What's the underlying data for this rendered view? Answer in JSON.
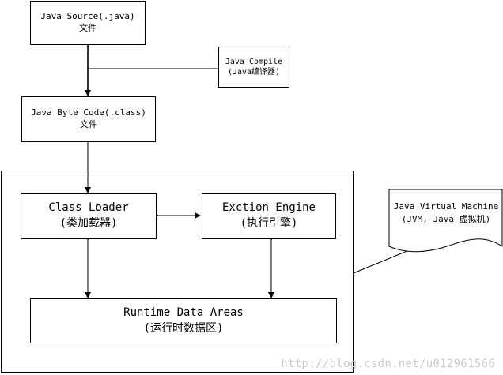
{
  "nodes": {
    "java_source": {
      "line1": "Java Source(.java)",
      "line2": "文件"
    },
    "java_compile": {
      "line1": "Java Compile",
      "line2": "(Java编译器)"
    },
    "byte_code": {
      "line1": "Java Byte Code(.class)",
      "line2": "文件"
    },
    "class_loader": {
      "line1": "Class Loader",
      "line2": "(类加载器)"
    },
    "exec_engine": {
      "line1": "Exction Engine",
      "line2": "(执行引擎)"
    },
    "runtime_data": {
      "line1": "Runtime Data Areas",
      "line2": "(运行时数据区)"
    }
  },
  "note": {
    "line1": "Java Virtual Machine",
    "line2": "(JVM, Java 虚拟机)"
  },
  "watermark": "http://blog.csdn.net/u012961566"
}
